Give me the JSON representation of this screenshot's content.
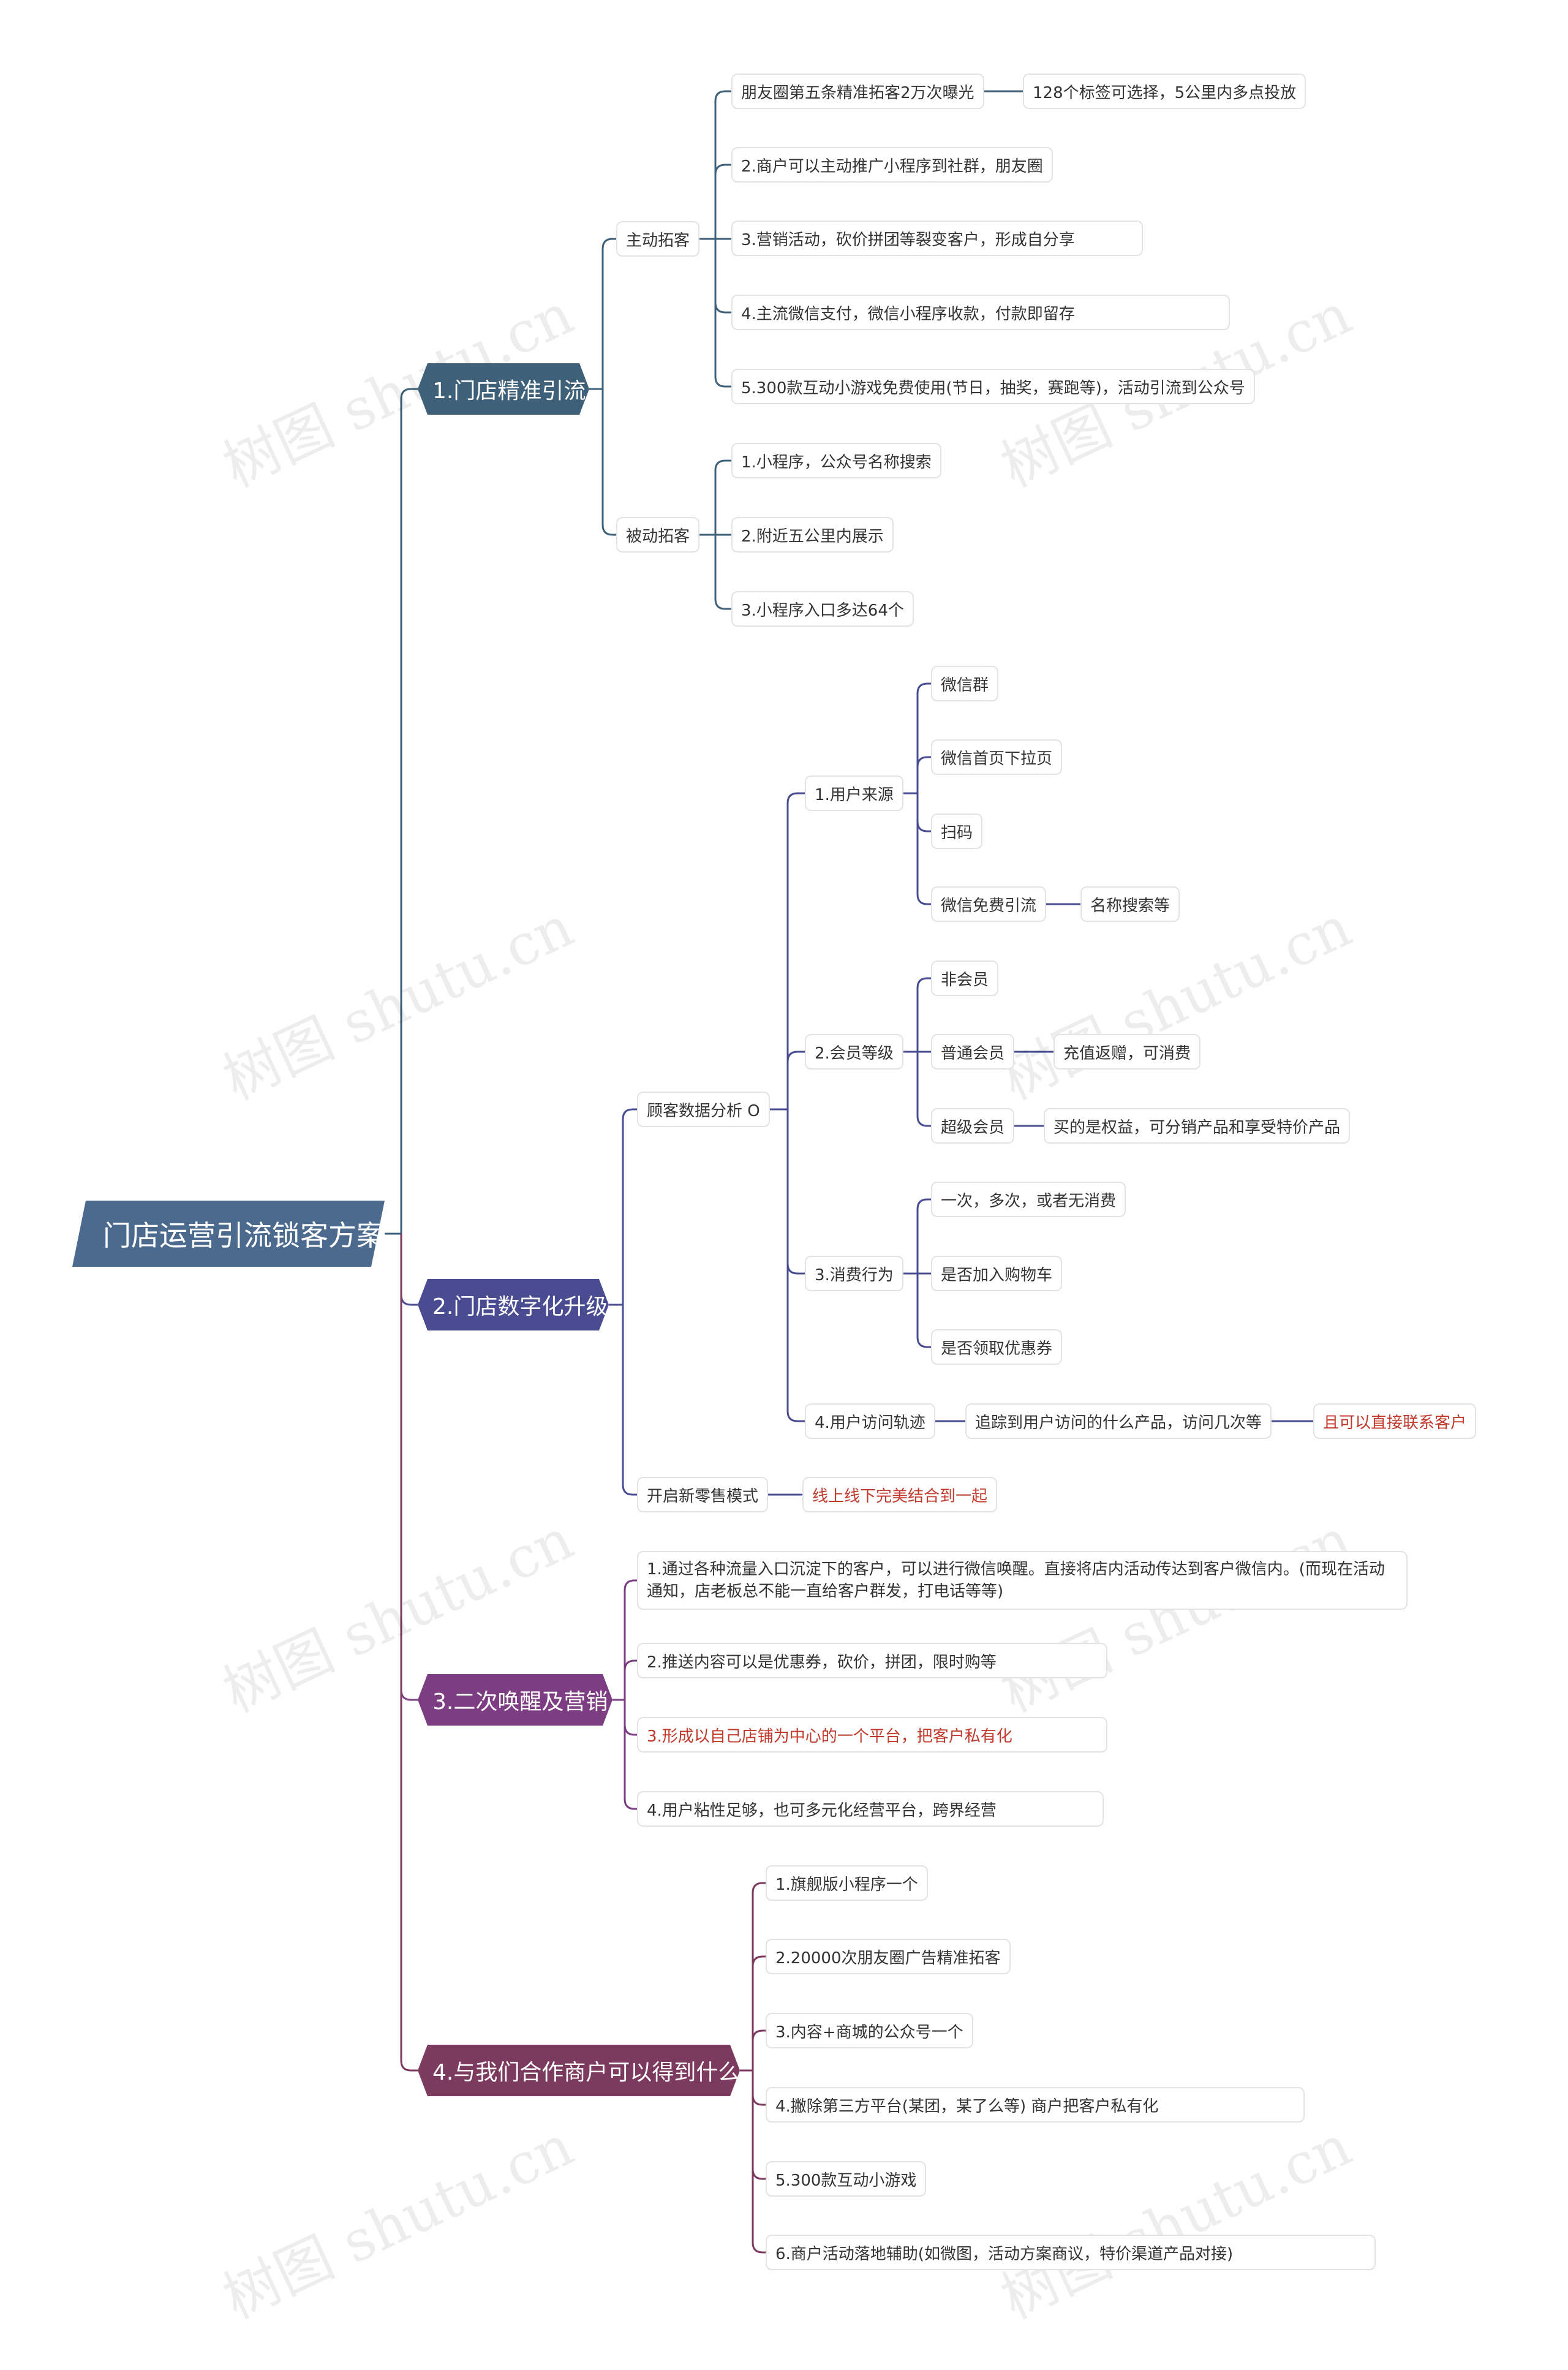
{
  "root": "门店运营引流锁客方案",
  "colors": {
    "b1": "#3f6079",
    "b2": "#4a4c92",
    "b3": "#7c3d82",
    "b4": "#7b3a5e",
    "root": "#4b6a8d",
    "red": "#c0392b"
  },
  "watermark": "树图 shutu.cn",
  "branches": [
    {
      "label": "1.门店精准引流",
      "children": [
        {
          "label": "主动拓客",
          "children": [
            {
              "label": "朋友圈第五条精准拓客2万次曝光",
              "children": [
                {
                  "label": "128个标签可选择，5公里内多点投放"
                }
              ]
            },
            {
              "label": "2.商户可以主动推广小程序到社群，朋友圈"
            },
            {
              "label": "3.营销活动，砍价拼团等裂变客户，形成自分享"
            },
            {
              "label": "4.主流微信支付，微信小程序收款，付款即留存"
            },
            {
              "label": "5.300款互动小游戏免费使用(节日，抽奖，赛跑等)，活动引流到公众号"
            }
          ]
        },
        {
          "label": "被动拓客",
          "children": [
            {
              "label": "1.小程序，公众号名称搜索"
            },
            {
              "label": "2.附近五公里内展示"
            },
            {
              "label": "3.小程序入口多达64个"
            }
          ]
        }
      ]
    },
    {
      "label": "2.门店数字化升级",
      "children": [
        {
          "label": "顾客数据分析 O",
          "children": [
            {
              "label": "1.用户来源",
              "children": [
                {
                  "label": "微信群"
                },
                {
                  "label": "微信首页下拉页"
                },
                {
                  "label": "扫码"
                },
                {
                  "label": "微信免费引流",
                  "children": [
                    {
                      "label": "名称搜索等"
                    }
                  ]
                }
              ]
            },
            {
              "label": "2.会员等级",
              "children": [
                {
                  "label": "非会员"
                },
                {
                  "label": "普通会员",
                  "children": [
                    {
                      "label": "充值返赠，可消费"
                    }
                  ]
                },
                {
                  "label": "超级会员",
                  "children": [
                    {
                      "label": "买的是权益，可分销产品和享受特价产品"
                    }
                  ]
                }
              ]
            },
            {
              "label": "3.消费行为",
              "children": [
                {
                  "label": "一次，多次，或者无消费"
                },
                {
                  "label": "是否加入购物车"
                },
                {
                  "label": "是否领取优惠券"
                }
              ]
            },
            {
              "label": "4.用户访问轨迹",
              "children": [
                {
                  "label": "追踪到用户访问的什么产品，访问几次等",
                  "children": [
                    {
                      "label": "且可以直接联系客户"
                    }
                  ]
                }
              ]
            }
          ]
        },
        {
          "label": "开启新零售模式",
          "children": [
            {
              "label": "线上线下完美结合到一起"
            }
          ]
        }
      ]
    },
    {
      "label": "3.二次唤醒及营销",
      "children": [
        {
          "label": "1.通过各种流量入口沉淀下的客户，可以进行微信唤醒。直接将店内活动传达到客户微信内。(而现在活动通知，店老板总不能一直给客户群发，打电话等等)"
        },
        {
          "label": "2.推送内容可以是优惠券，砍价，拼团，限时购等"
        },
        {
          "label": "3.形成以自己店铺为中心的一个平台，把客户私有化"
        },
        {
          "label": "4.用户粘性足够，也可多元化经营平台，跨界经营"
        }
      ]
    },
    {
      "label": "4.与我们合作商户可以得到什么",
      "children": [
        {
          "label": "1.旗舰版小程序一个"
        },
        {
          "label": "2.20000次朋友圈广告精准拓客"
        },
        {
          "label": "3.内容+商城的公众号一个"
        },
        {
          "label": "4.撇除第三方平台(某团，某了么等) 商户把客户私有化"
        },
        {
          "label": "5.300款互动小游戏"
        },
        {
          "label": "6.商户活动落地辅助(如微图，活动方案商议，特价渠道产品对接)"
        }
      ]
    }
  ]
}
